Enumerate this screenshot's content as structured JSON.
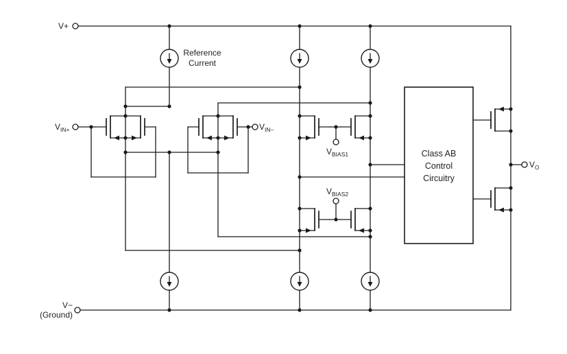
{
  "labels": {
    "v_plus": "V+",
    "v_minus": "V−",
    "ground": "(Ground)",
    "vin_plus": {
      "base": "V",
      "sub": "IN+"
    },
    "vin_minus": {
      "base": "V",
      "sub": "IN−"
    },
    "vbias1": {
      "base": "V",
      "sub": "BIAS1"
    },
    "vbias2": {
      "base": "V",
      "sub": "BIAS2"
    },
    "v_out": {
      "base": "V",
      "sub": "O"
    },
    "reference_current": {
      "line1": "Reference",
      "line2": "Current"
    },
    "class_ab_box": {
      "line1": "Class AB",
      "line2": "Control",
      "line3": "Circuitry"
    }
  },
  "colors": {
    "wire": "#1a1a1a",
    "background": "#ffffff",
    "text": "#222222"
  }
}
